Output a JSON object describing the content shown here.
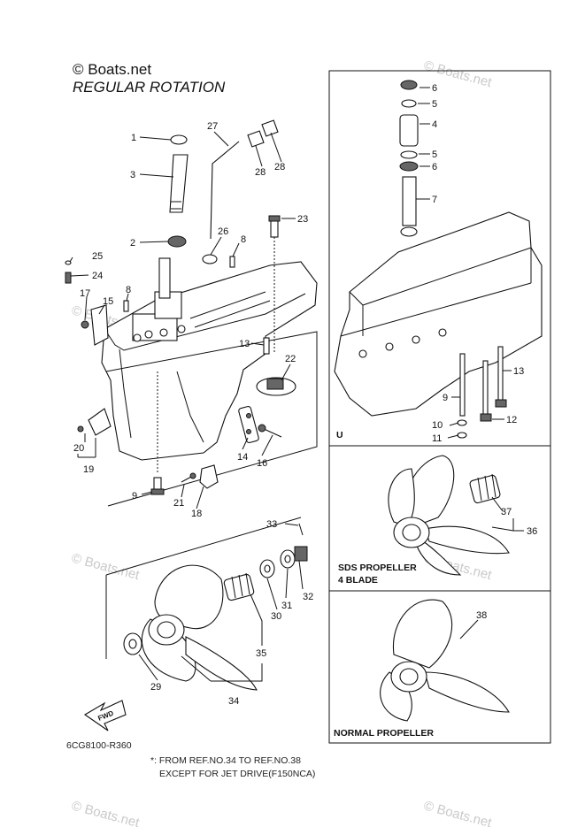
{
  "watermark": {
    "text": "© Boats.net"
  },
  "title": "REGULAR ROTATION",
  "diagram_code": "6CG8100-R360",
  "footnotes": [
    "*: FROM REF.NO.34 TO REF.NO.38",
    "EXCEPT FOR JET DRIVE(F150NCA)"
  ],
  "boxes": {
    "upper_label": "U",
    "sds_label_1": "SDS PROPELLER",
    "sds_label_2": "4 BLADE",
    "normal_label": "NORMAL PROPELLER"
  },
  "fwd_label": "FWD",
  "callouts": [
    "1",
    "3",
    "27",
    "28",
    "28",
    "2",
    "26",
    "8",
    "23",
    "25",
    "24",
    "17",
    "15",
    "8",
    "13",
    "22",
    "20",
    "19",
    "14",
    "16",
    "9",
    "21",
    "18",
    "6",
    "5",
    "4",
    "5",
    "6",
    "7",
    "13",
    "9",
    "10",
    "12",
    "11",
    "37",
    "36",
    "33",
    "32",
    "31",
    "30",
    "35",
    "29",
    "34",
    "38"
  ]
}
